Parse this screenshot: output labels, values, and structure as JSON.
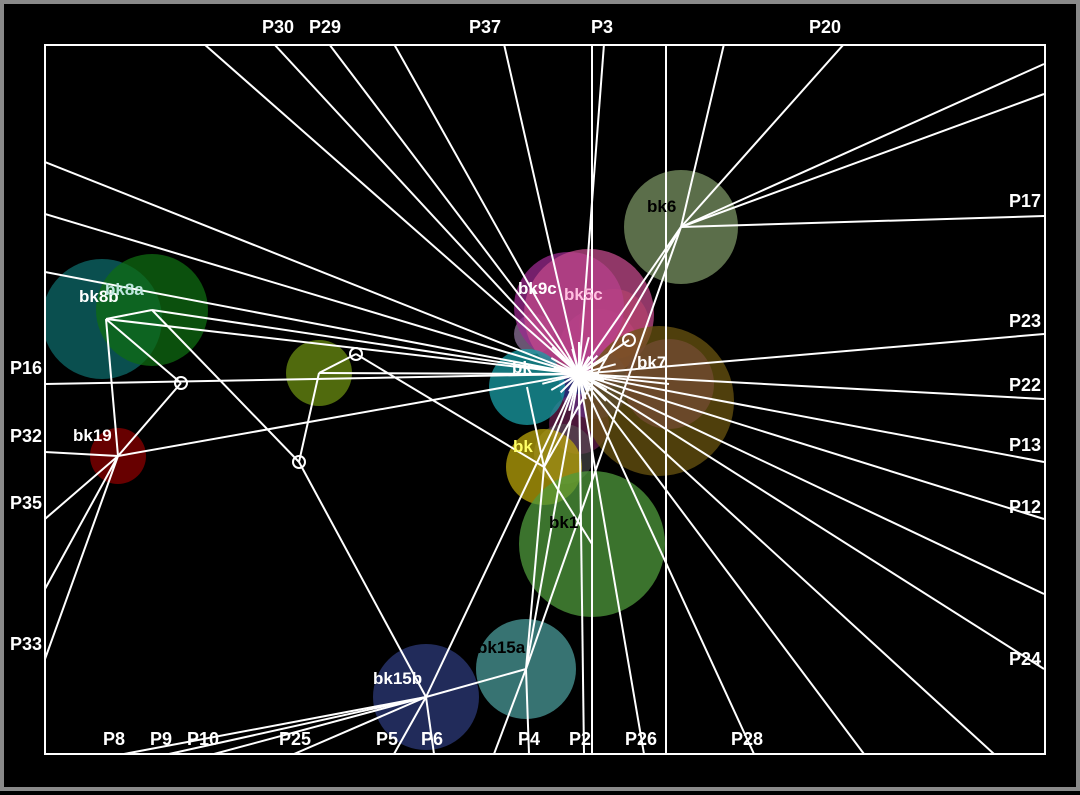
{
  "blocks": [
    {
      "id": "bk8b",
      "label": "bk8b",
      "color": "#0e6a6a",
      "label_color": "#ffffff"
    },
    {
      "id": "bk8a",
      "label": "bk8a",
      "color": "#0f6b12",
      "label_color": "#bfe7df"
    },
    {
      "id": "bk19",
      "label": "bk19",
      "color": "#8a0000",
      "label_color": "#ffffff"
    },
    {
      "id": "bk_olive",
      "label": "",
      "color": "#6b8e12",
      "label_color": "#ffffff"
    },
    {
      "id": "bk9c",
      "label": "bk9c",
      "color": "#9b2a8f",
      "label_color": "#ffffff"
    },
    {
      "id": "bk5c",
      "label": "bk5c",
      "color": "#c04a8a",
      "label_color": "#ffbfe0"
    },
    {
      "id": "bk6",
      "label": "bk6",
      "color": "#7a9363",
      "label_color": "#000000"
    },
    {
      "id": "bk7",
      "label": "bk7",
      "color": "#8f3399",
      "label_color": "#ffffff"
    },
    {
      "id": "bk_brownbig",
      "label": "",
      "color": "#6a5410",
      "label_color": "#ffffff"
    },
    {
      "id": "bk_teal",
      "label": "bk",
      "color": "#1a9ea6",
      "label_color": "#ffffff"
    },
    {
      "id": "bk_yellow",
      "label": "bk",
      "color": "#b8a30a",
      "label_color": "#ffff66"
    },
    {
      "id": "bk1",
      "label": "bk1",
      "color": "#4f9a3c",
      "label_color": "#000000"
    },
    {
      "id": "bk15a",
      "label": "bk15a",
      "color": "#4a9a98",
      "label_color": "#000000"
    },
    {
      "id": "bk15b",
      "label": "bk15b",
      "color": "#2c3a78",
      "label_color": "#ffffff"
    }
  ],
  "pins": [
    "P30",
    "P29",
    "P37",
    "P3",
    "P20",
    "P17",
    "P23",
    "P22",
    "P13",
    "P12",
    "P24",
    "P16",
    "P32",
    "P35",
    "P33",
    "P8",
    "P9",
    "P10",
    "P25",
    "P5",
    "P6",
    "P4",
    "P2",
    "P26",
    "P28"
  ]
}
